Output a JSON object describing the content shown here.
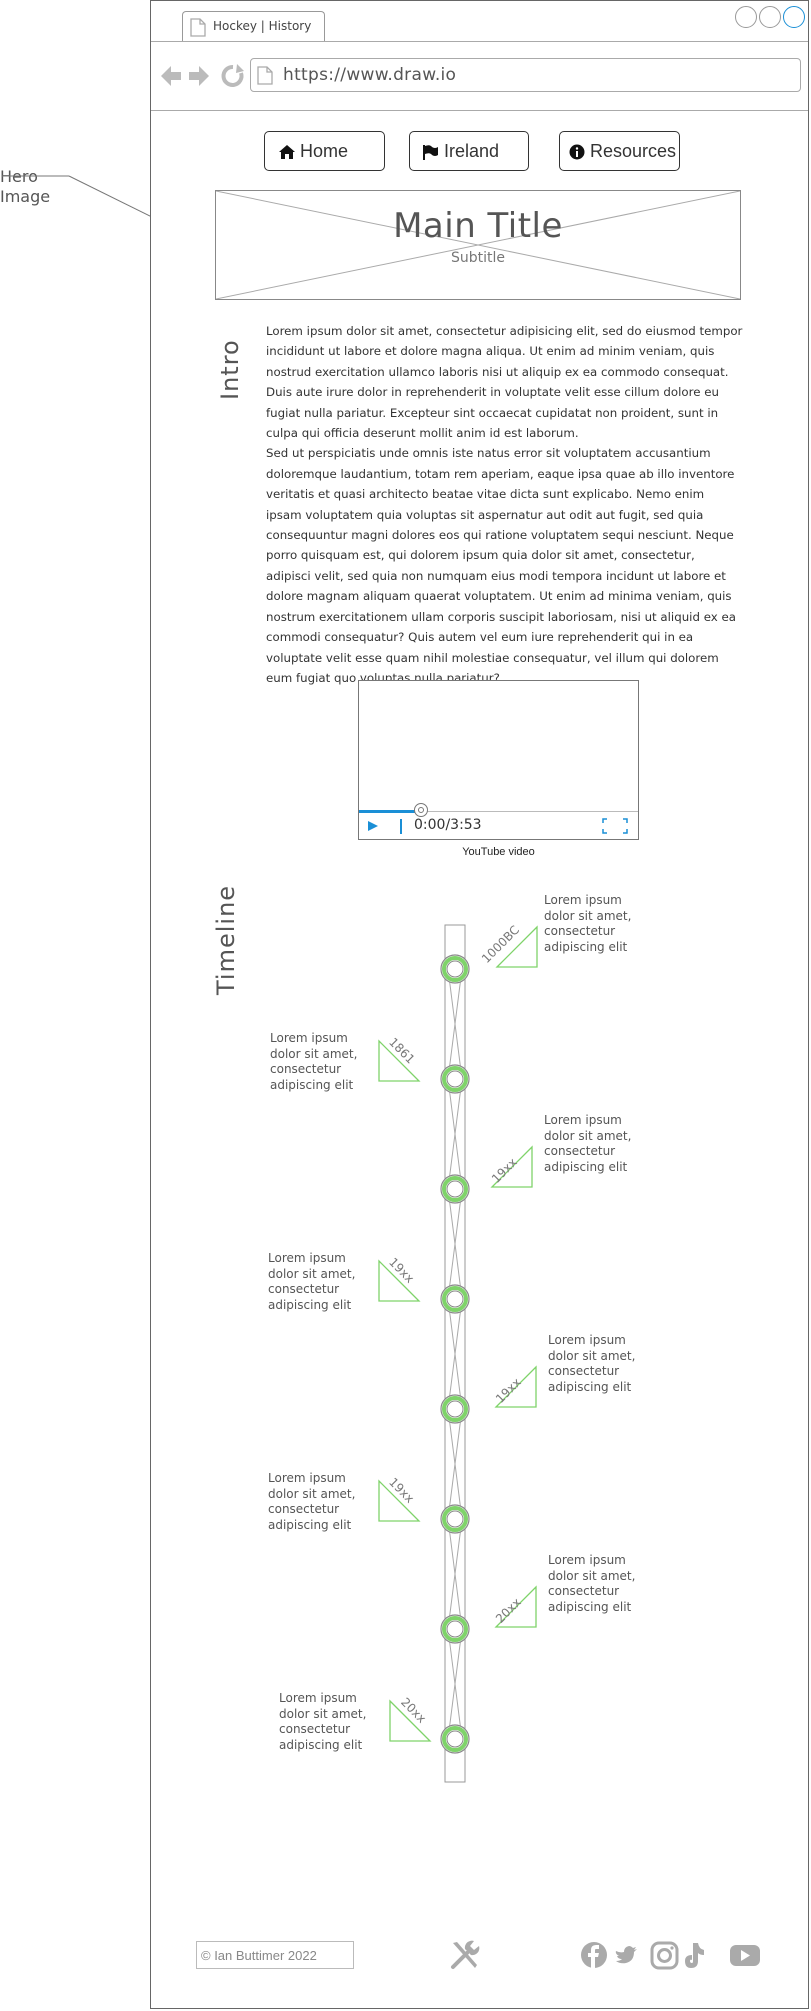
{
  "side_note": {
    "label": "Hero Image"
  },
  "browser": {
    "tab_title": "Hockey | History",
    "url": "https://www.draw.io"
  },
  "nav": {
    "items": [
      {
        "label": "Home",
        "icon": "home-icon"
      },
      {
        "label": "Ireland",
        "icon": "flag-icon"
      },
      {
        "label": "Resources",
        "icon": "info-icon"
      }
    ]
  },
  "hero": {
    "title": "Main Title",
    "subtitle": "Subtitle"
  },
  "intro": {
    "heading": "Intro",
    "paragraph1": "Lorem ipsum dolor sit amet, consectetur adipisicing elit, sed do eiusmod tempor incididunt ut labore et dolore magna aliqua. Ut enim ad minim veniam, quis nostrud exercitation ullamco laboris nisi ut aliquip ex ea commodo consequat. Duis aute irure dolor in reprehenderit in voluptate velit esse cillum dolore eu fugiat nulla pariatur. Excepteur sint occaecat cupidatat non proident, sunt in culpa qui officia deserunt mollit anim id est laborum.",
    "paragraph2": "Sed ut perspiciatis unde omnis iste natus error sit voluptatem accusantium doloremque laudantium, totam rem aperiam, eaque ipsa quae ab illo inventore veritatis et quasi architecto beatae vitae dicta sunt explicabo. Nemo enim ipsam voluptatem quia voluptas sit aspernatur aut odit aut fugit, sed quia consequuntur magni dolores eos qui ratione voluptatem sequi nesciunt. Neque porro quisquam est, qui dolorem ipsum quia dolor sit amet, consectetur, adipisci velit, sed quia non numquam eius modi tempora incidunt ut labore et dolore magnam aliquam quaerat voluptatem. Ut enim ad minima veniam, quis nostrum exercitationem ullam corporis suscipit laboriosam, nisi ut aliquid ex ea commodi consequatur? Quis autem vel eum iure reprehenderit qui in ea voluptate velit esse quam nihil molestiae consequatur, vel illum qui dolorem eum fugiat quo voluptas nulla pariatur?"
  },
  "video": {
    "time": "0:00/3:53",
    "caption": "YouTube video",
    "progress": 0
  },
  "timeline": {
    "heading": "Timeline",
    "entries": [
      {
        "date": "1000BC",
        "text": "Lorem ipsum dolor sit amet, consectetur adipiscing elit"
      },
      {
        "date": "1861",
        "text": "Lorem ipsum dolor sit amet, consectetur adipiscing elit"
      },
      {
        "date": "19xx",
        "text": "Lorem ipsum dolor sit amet, consectetur adipiscing elit"
      },
      {
        "date": "19xx",
        "text": "Lorem ipsum dolor sit amet, consectetur adipiscing elit"
      },
      {
        "date": "19xx",
        "text": "Lorem ipsum dolor sit amet, consectetur adipiscing elit"
      },
      {
        "date": "19xx",
        "text": "Lorem ipsum dolor sit amet, consectetur adipiscing elit"
      },
      {
        "date": "20xx",
        "text": "Lorem ipsum dolor sit amet, consectetur adipiscing elit"
      },
      {
        "date": "20xx",
        "text": "Lorem ipsum dolor sit amet, consectetur adipiscing elit"
      }
    ]
  },
  "footer": {
    "copyright": "© Ian Buttimer 2022",
    "center_icon": "tools-icon",
    "social": [
      "facebook-icon",
      "twitter-icon",
      "instagram-icon",
      "tiktok-icon",
      "youtube-icon"
    ]
  },
  "colors": {
    "accent_green": "#7fd36a",
    "accent_blue": "#1a8fd6",
    "icon_gray": "#aaaaaa"
  }
}
